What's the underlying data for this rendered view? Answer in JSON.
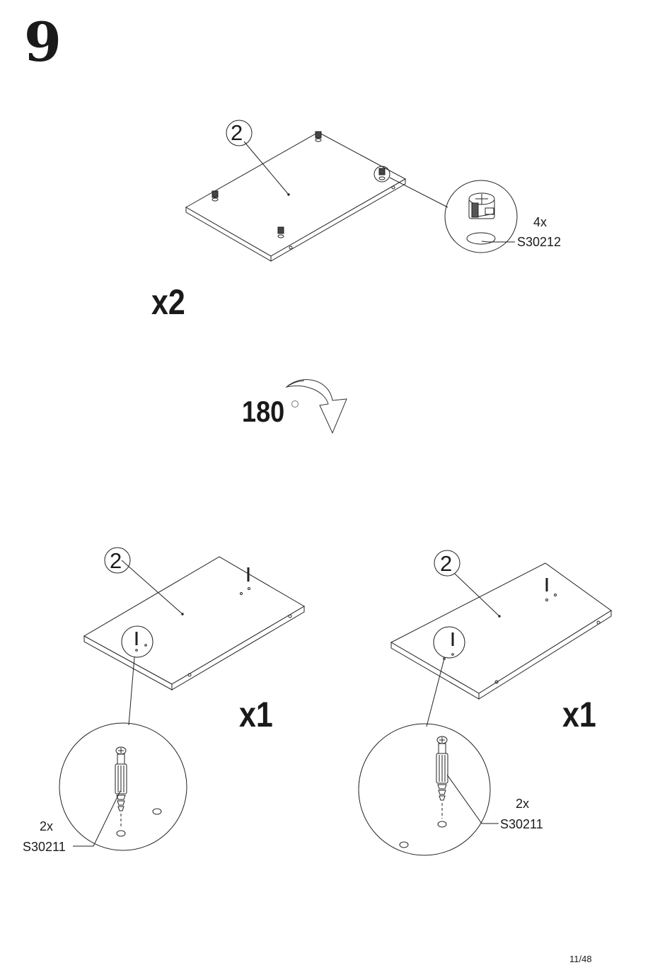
{
  "step_number": "9",
  "top_panel": {
    "part_number": "2",
    "quantity": "x2",
    "fitting_count": "4x",
    "fitting_code": "S30212"
  },
  "rotation": {
    "angle": "180",
    "degree_symbol": "°"
  },
  "bottom_left_panel": {
    "part_number": "2",
    "quantity": "x1",
    "fitting_count": "2x",
    "fitting_code": "S30211"
  },
  "bottom_right_panel": {
    "part_number": "2",
    "quantity": "x1",
    "fitting_count": "2x",
    "fitting_code": "S30211"
  },
  "page_number": "11/48",
  "colors": {
    "ink": "#1a1a1a",
    "background": "#ffffff"
  }
}
